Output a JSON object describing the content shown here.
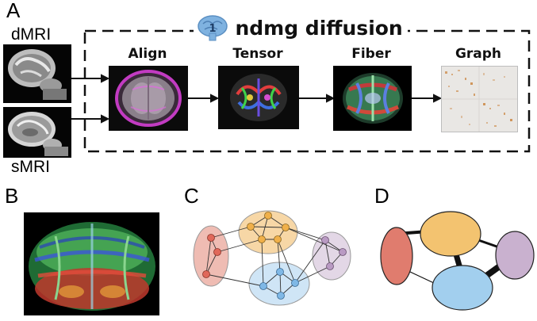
{
  "panels": {
    "a": "A",
    "b": "B",
    "c": "C",
    "d": "D"
  },
  "inputs": {
    "dmri": "dMRI",
    "smri": "sMRI"
  },
  "pipeline": {
    "title": "ndmg diffusion",
    "steps": [
      {
        "label": "Align"
      },
      {
        "label": "Tensor"
      },
      {
        "label": "Fiber"
      },
      {
        "label": "Graph"
      }
    ]
  },
  "colors": {
    "orange": "#f3c370",
    "purple": "#c9b1cf",
    "red": "#e07c6e",
    "blue": "#a2cfee"
  }
}
